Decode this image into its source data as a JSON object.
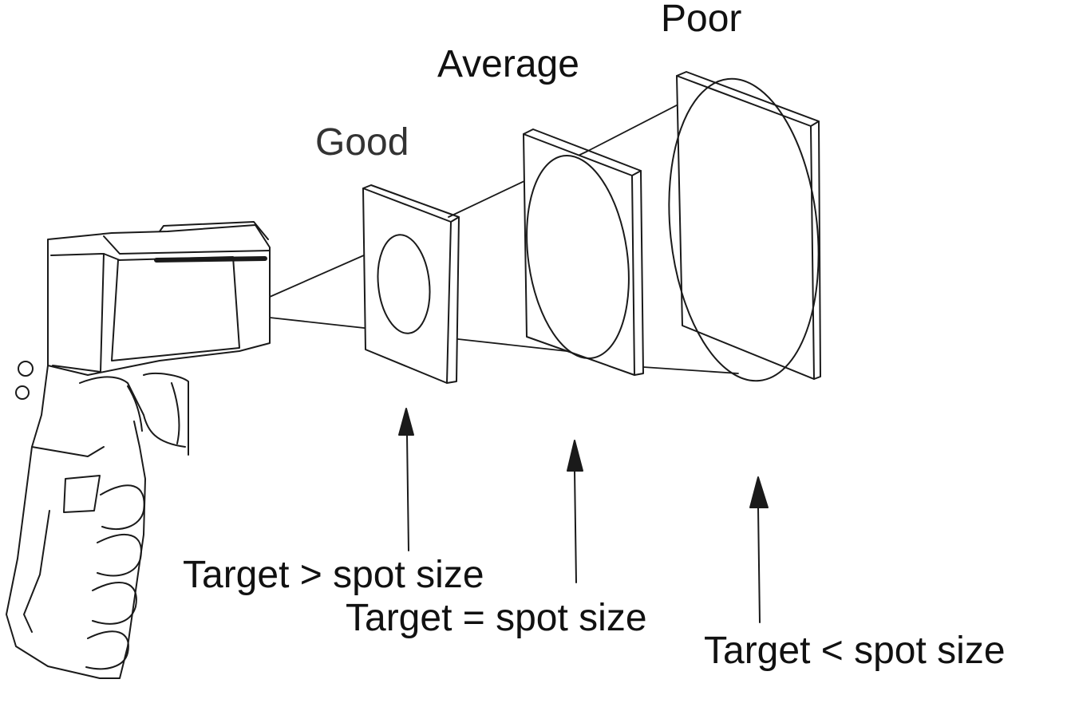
{
  "labels": {
    "good": "Good",
    "average": "Average",
    "poor": "Poor",
    "target_greater": "Target > spot size",
    "target_equal": "Target = spot size",
    "target_less": "Target < spot size"
  },
  "colors": {
    "line": "#1a1a1a",
    "background": "#ffffff"
  },
  "icons": [
    "infrared-thermometer-icon",
    "arrow-up-icon"
  ]
}
